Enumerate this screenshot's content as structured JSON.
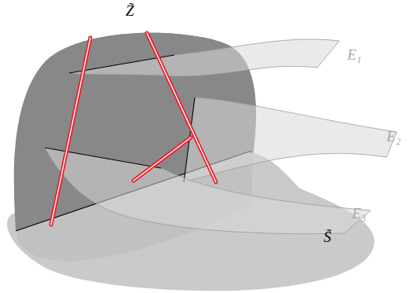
{
  "diagram": {
    "labels": [
      "Z̃",
      "E₁",
      "E₂",
      "E₃",
      "S̃"
    ]
  }
}
